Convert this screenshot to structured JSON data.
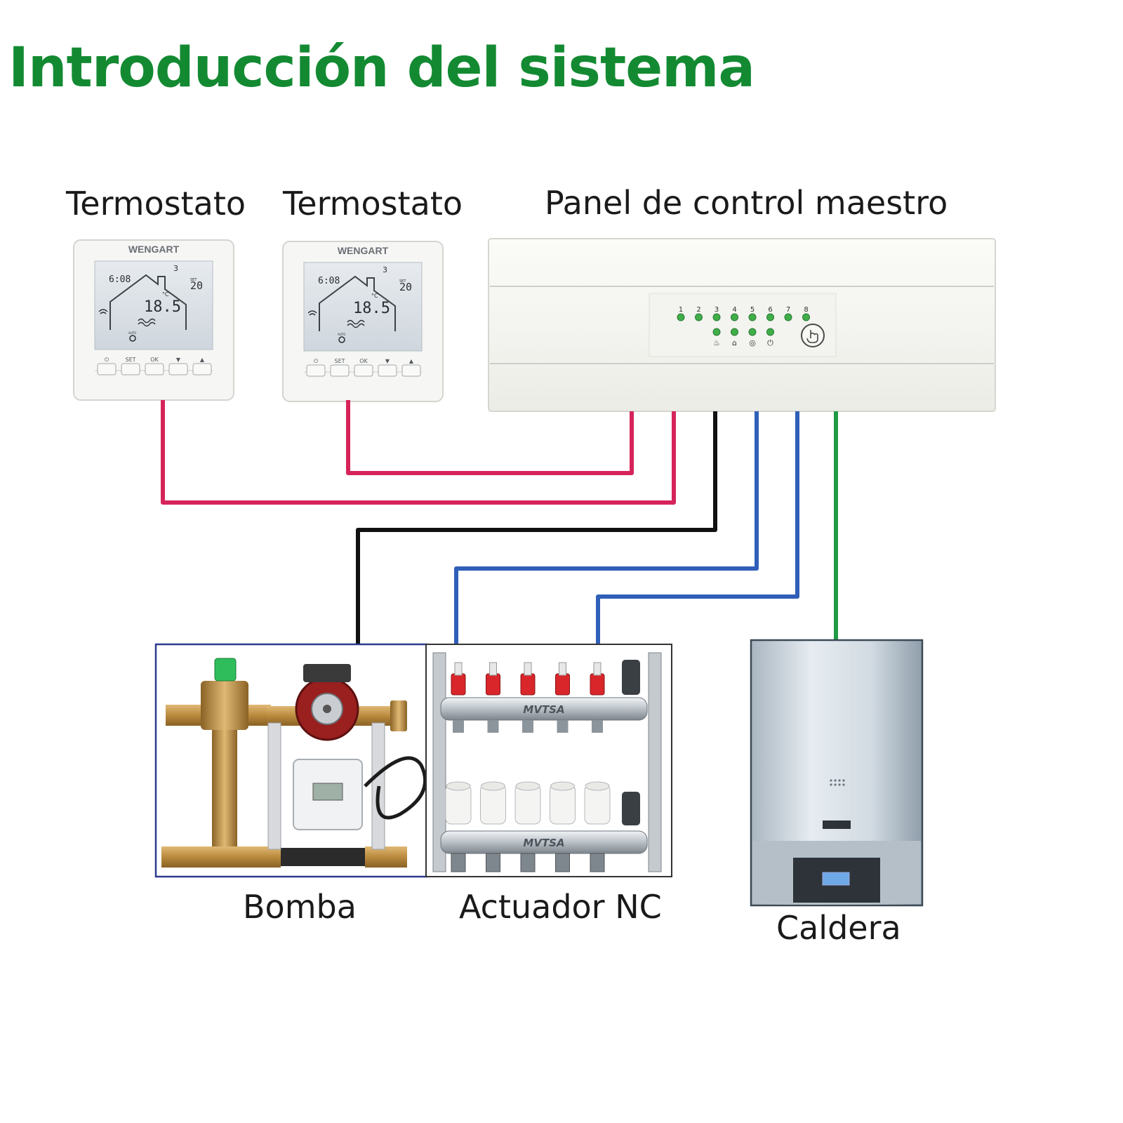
{
  "title": "Introducción del sistema",
  "labels": {
    "thermostat_1": "Termostato",
    "thermostat_2": "Termostato",
    "control_panel": "Panel de control maestro",
    "pump": "Bomba",
    "actuator": "Actuador NC",
    "boiler": "Caldera"
  },
  "thermostat": {
    "brand": "WENGART",
    "clock": "6:08",
    "day": "3",
    "set_label": "SET",
    "set_temp": "20",
    "room_temp": "18.5",
    "unit": "°C",
    "mode": "AUTO",
    "buttons": [
      "⏻",
      "SET",
      "OK",
      "▼",
      "▲"
    ]
  },
  "control_panel": {
    "zones": [
      "1",
      "2",
      "3",
      "4",
      "5",
      "6",
      "7",
      "8"
    ],
    "status_icons": [
      "flame-icon",
      "network-icon",
      "pump-icon",
      "power-icon"
    ],
    "led_color": "#3fae49"
  },
  "manifold": {
    "brand": "MVTSA"
  },
  "wire_colors": {
    "thermostat": "#d6245a",
    "pump": "#111111",
    "actuator": "#2f5fb8",
    "boiler": "#1f9a45"
  }
}
